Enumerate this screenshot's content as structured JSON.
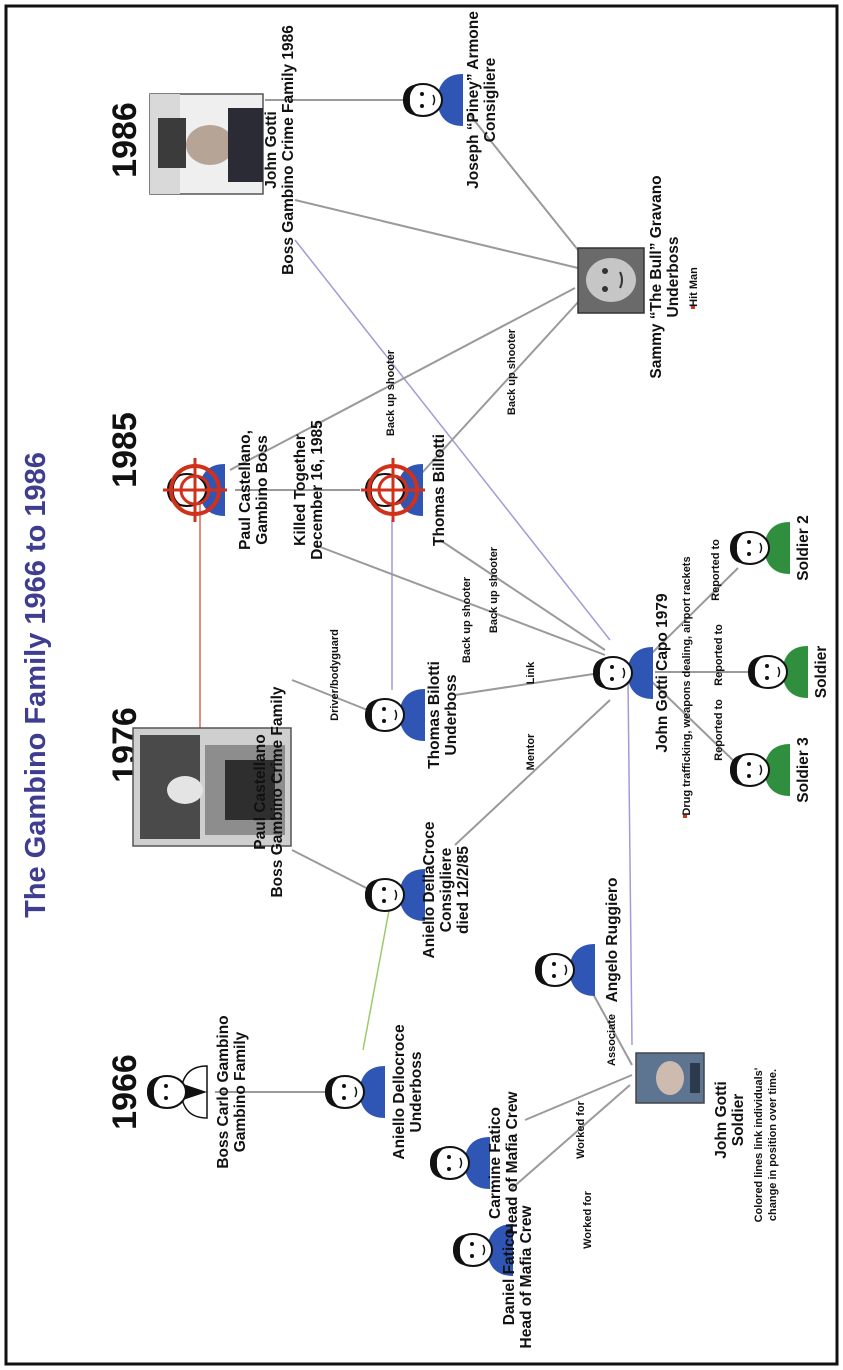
{
  "title": "The Gambino Family 1966 to 1986",
  "colors": {
    "title": "#3e3d8f",
    "frame": "#111111",
    "line_gray": "#9a9a9a",
    "line_red": "#d46a55",
    "line_green": "#9acb6a",
    "line_purple": "#a59ad6",
    "body_blue": "#2f55b5",
    "body_green": "#2f8f3e",
    "target_red": "#d0311b"
  },
  "years": [
    "1966",
    "1976",
    "1985",
    "1986"
  ],
  "people": {
    "carlo": {
      "lines": [
        "Boss Carlo Gambino",
        "Gambino Family"
      ],
      "icon": "person-icon"
    },
    "aniello_d": {
      "lines": [
        "Aniello Dellocroce",
        "Underboss"
      ],
      "icon": "person-icon"
    },
    "daniel": {
      "lines": [
        "Daniel Fatico",
        "Head of Mafia Crew"
      ],
      "icon": "person-icon"
    },
    "carmine": {
      "lines": [
        "Carmine Fatico",
        "Head of Mafia Crew"
      ],
      "icon": "person-icon"
    },
    "angelo": {
      "lines": [
        "Angelo Ruggiero"
      ],
      "icon": "person-icon"
    },
    "gotti_soldier": {
      "lines": [
        "John Gotti",
        "Soldier"
      ],
      "icon": "photo-icon"
    },
    "aniello_c": {
      "lines": [
        "Aniello DellaCroce",
        "Consigliere",
        "died 12/2/85"
      ],
      "icon": "person-icon"
    },
    "paul_1976": {
      "lines": [
        "Paul Castellano",
        "Boss Gambino Crime Family"
      ],
      "icon": "photo-icon"
    },
    "bilotti_ub": {
      "lines": [
        "Thomas Bilotti",
        "Underboss"
      ],
      "icon": "person-icon"
    },
    "gotti_capo": {
      "lines": [
        "John Gotti Capo 1979"
      ],
      "icon": "person-icon"
    },
    "soldier3": {
      "lines": [
        "Soldier 3"
      ],
      "icon": "person-icon"
    },
    "soldier": {
      "lines": [
        "Soldier"
      ],
      "icon": "person-icon"
    },
    "soldier2": {
      "lines": [
        "Soldier 2"
      ],
      "icon": "person-icon"
    },
    "paul_target": {
      "lines": [
        "Paul Castellano,",
        "Gambino Boss"
      ],
      "icon": "target-icon"
    },
    "bilotti_target": {
      "lines": [
        "Thomas Billotti"
      ],
      "icon": "target-icon"
    },
    "sammy": {
      "lines": [
        "Sammy “The Bull” Gravano",
        "Underboss"
      ],
      "icon": "photo-icon"
    },
    "gotti_1986": {
      "lines": [
        "John Gotti",
        "Boss Gambino Crime Family 1986"
      ],
      "icon": "photo-icon"
    },
    "armone": {
      "lines": [
        "Joseph “Piney” Armone",
        "Consigliere"
      ],
      "icon": "person-icon"
    }
  },
  "killed_together": [
    "Killed Together",
    "December 16, 1985"
  ],
  "notes": {
    "gotti_capo": "Drug trafficking, weapons dealing, airport rackets",
    "sammy": "Hit Man",
    "legend": [
      "Colored lines link individuals'",
      "change in position over time."
    ]
  },
  "edge_labels": {
    "worked_for_1": "Worked for",
    "worked_for_2": "Worked for",
    "associate": "Associate",
    "mentor": "Mentor",
    "link": "Link",
    "driver": "Driver/bodyguard",
    "back_up_1": "Back up shooter",
    "back_up_2": "Back up shooter",
    "back_up_3": "Back up shooter",
    "back_up_4": "Back up shooter",
    "reported_1": "Reported to",
    "reported_2": "Reported to",
    "reported_3": "Reported to"
  }
}
